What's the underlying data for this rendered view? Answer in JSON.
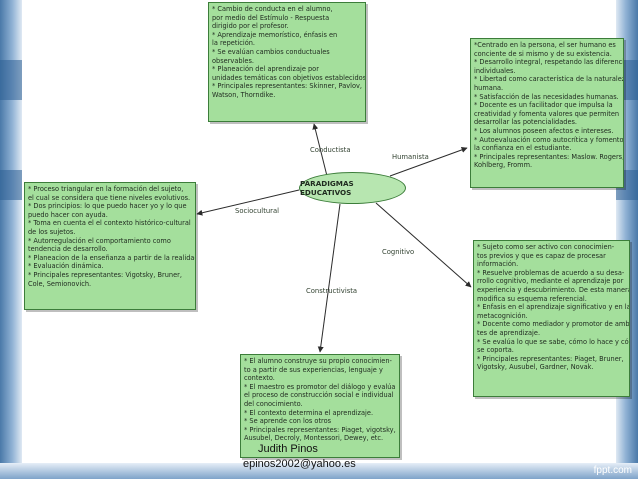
{
  "diagram": {
    "center": "PARADIGMAS EDUCATIVOS",
    "edges": {
      "conductista": "Conductista",
      "humanista": "Humanista",
      "sociocultural": "Sociocultural",
      "cognitivo": "Cognitivo",
      "constructivista": "Constructivista"
    },
    "boxes": {
      "conductista": [
        "* Cambio de conducta en el alumno,",
        "por medio del Estímulo - Respuesta",
        "dirigido por el profesor.",
        "* Aprendizaje memorístico, énfasis en",
        "la repetición.",
        "* Se evalúan cambios conductuales",
        "observables.",
        "* Planeación del aprendizaje por",
        "unidades temáticas con objetivos establecidos.",
        "* Principales representantes: Skinner, Pavlov,",
        "Watson, Thorndike."
      ],
      "humanista": [
        "*Centrado en la persona, el ser humano es",
        "conciente de si mismo y de su existencia.",
        "* Desarrollo integral, respetando las diferencias",
        "individuales.",
        "* Libertad como característica de la naturaleza",
        "humana.",
        "* Satisfacción de las necesidades humanas.",
        "* Docente es un facilitador que impulsa la",
        "creatividad y fomenta valores que permiten",
        "desarrollar las potencialidades.",
        "* Los alumnos poseen afectos e intereses.",
        "* Autoevaluación como autocrítica y fomento de",
        "la confianza en el estudiante.",
        "* Principales representantes: Maslow. Rogers,",
        "Kohlberg, Fromm."
      ],
      "sociocultural": [
        "* Proceso triangular en la formación del sujeto,",
        "el cual se considera que tiene niveles evolutivos.",
        "* Dos principios: lo que puedo hacer yo y lo que",
        "puedo hacer con ayuda.",
        "* Toma en cuenta el el contexto histórico-cultural",
        "de los sujetos.",
        "* Autorregulación el comportamiento como",
        "tendencia de desarrollo.",
        "* Planeacion de la enseñanza a partir de la realidad.",
        "* Evaluación dinámica.",
        "* Principales representantes: Vigotsky, Bruner,",
        "Cole, Semionovich."
      ],
      "cognitivo": [
        "* Sujeto como ser activo con conocimien-",
        "tos previos y que es capaz de procesar",
        "información.",
        "* Resuelve problemas de acuerdo a su desa-",
        "rrollo cognitivo, mediante el aprendizaje por",
        "experiencia y descubrimiento. De esta manera",
        "modifica su esquema referencial.",
        "* Enfasis en el aprendizaje significativo y en la",
        "metacognición.",
        "* Docente como mediador y promotor de ambien-",
        "tes de aprendizaje.",
        "* Se evalúa lo que se sabe, cómo lo hace y cómo",
        "se coporta.",
        "* Principales representantes: Piaget, Bruner,",
        "Vigotsky, Ausubel, Gardner, Novak."
      ],
      "constructivista": [
        "* El alumno construye su propio conocimien-",
        "to a partir de sus experiencias, lenguaje y",
        "contexto.",
        "* El maestro es promotor del diálogo y evalúa",
        "el proceso de construcción social e individual",
        "del conocimiento.",
        "* El contexto determina el aprendizaje.",
        "* Se aprende con los otros",
        "* Principales representantes: Piaget, vigotsky,",
        "Ausubel, Decroly, Montessori, Dewey, etc."
      ]
    }
  },
  "author": {
    "name": "Judith Pinos",
    "email": "epinos2002@yahoo.es"
  },
  "footer": {
    "credit": "fppt.com"
  },
  "colors": {
    "box_fill": "#a4df9c",
    "box_border": "#3c7d3a",
    "connector": "#2b2b2b",
    "frame": "#4a79a8"
  }
}
